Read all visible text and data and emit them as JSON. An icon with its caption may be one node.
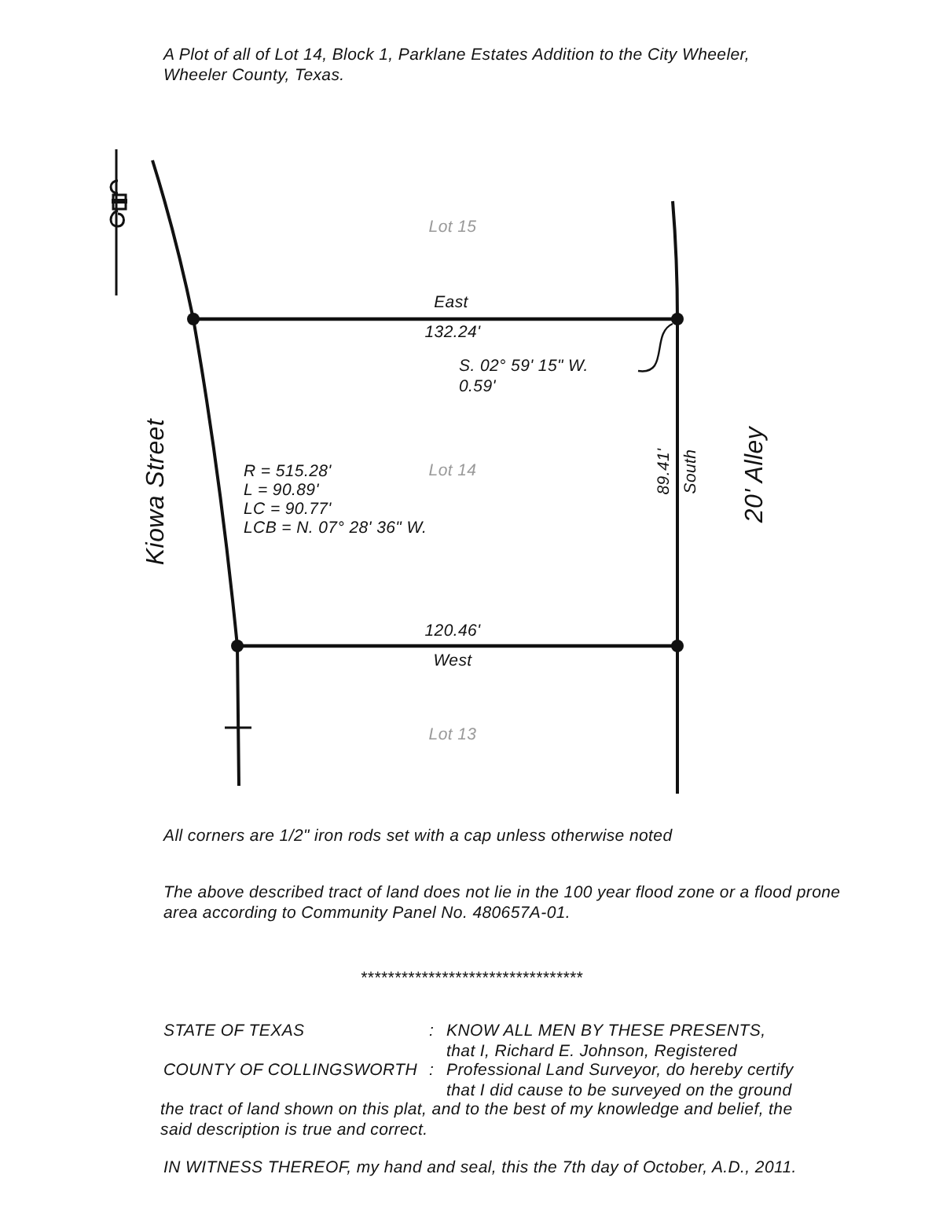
{
  "diagram": {
    "title": "A Plot of all of Lot 14, Block 1, Parklane Estates Addition to the City Wheeler, Wheeler County, Texas.",
    "nodes": [
      {
        "text": [
          "S. 02° 59' 15\" W.",
          "0.59'"
        ]
      },
      {
        "text": [],
        "shape": "circle"
      }
    ],
    "edges": [
      {
        "from": 0,
        "to": 1,
        "arrow": "none"
      }
    ],
    "labels": [
      "Lot 15",
      "East",
      "132.24'",
      "Kiowa Street",
      "R = 515.28'",
      "Lot 14",
      "L = 90.89'",
      "LC = 90.77'",
      "LCB = N. 07° 28' 36\" W.",
      "89.41'",
      "South",
      "20' Alley",
      "120.46'",
      "West",
      "Lot 13",
      "All corners are 1/2\" iron rods set with a cap unless otherwise noted",
      "The above described tract of land does not lie in the 100 year flood zone or a flood prone area according to Community Panel No. 480657A-01.",
      "*********************************",
      "STATE OF TEXAS",
      ":",
      "COUNTY OF COLLINGSWORTH",
      ":",
      "KNOW ALL MEN BY THESE PRESENTS, that I, Richard E. Johnson, Registered Professional Land Surveyor, do hereby certify that I did cause to be surveyed on the ground the tract of land shown on this plat, and to the best of my knowledge and belief, the said description is true and correct.",
      "IN WITNESS THEREOF, my hand and seal, this the 7th day of October, A.D., 2011."
    ]
  }
}
